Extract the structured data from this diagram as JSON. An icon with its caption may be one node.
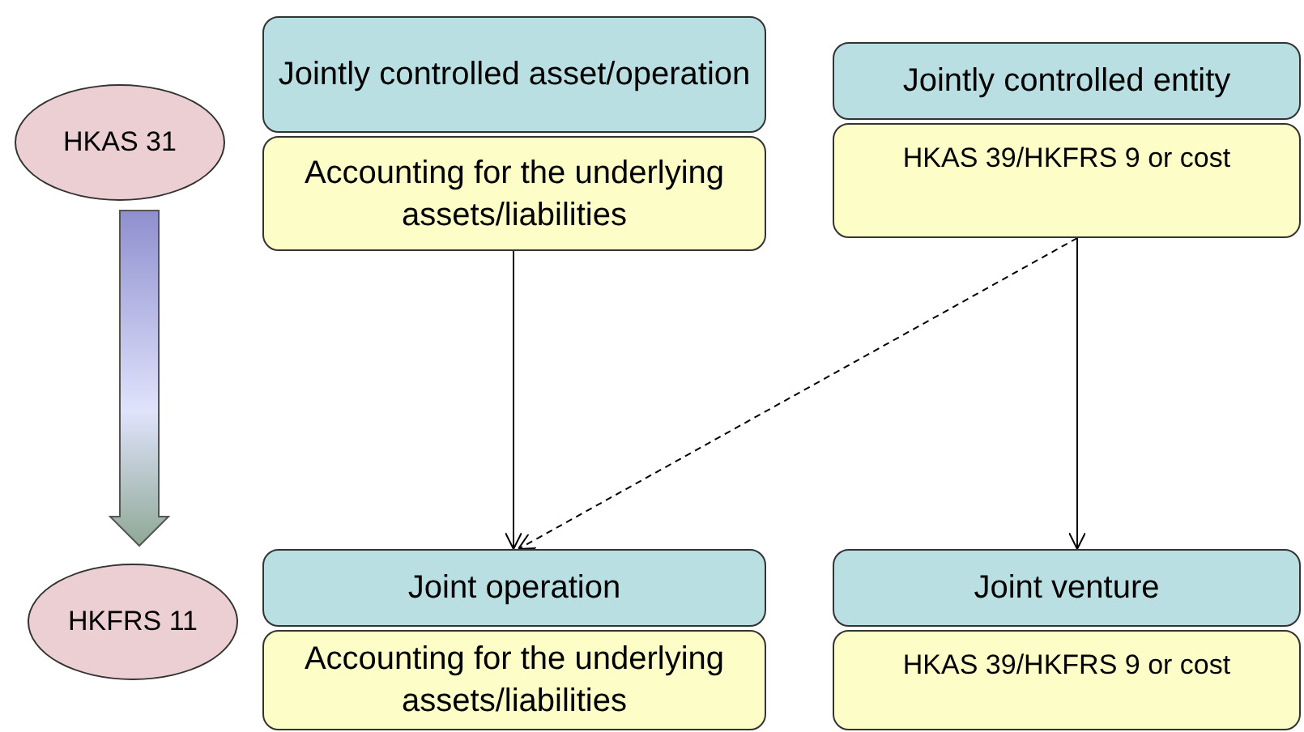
{
  "diagram": {
    "nodes": [
      {
        "text": [
          "HKAS 31"
        ]
      },
      {
        "text": [
          "HKFRS 11"
        ]
      },
      {
        "text": [
          "Jointly controlled asset/operation"
        ]
      },
      {
        "text": [
          "Accounting for the underlying assets/liabilities"
        ]
      },
      {
        "text": [
          "Jointly controlled entity"
        ]
      },
      {
        "text": [
          "HKAS 39/HKFRS 9 or cost"
        ]
      },
      {
        "text": [
          "Joint operation"
        ]
      },
      {
        "text": [
          "Accounting for the underlying assets/liabilities"
        ]
      },
      {
        "text": [
          "Joint venture"
        ]
      },
      {
        "text": [
          "HKAS 39/HKFRS 9 or cost"
        ]
      }
    ],
    "edges": [
      {
        "from": 0,
        "to": 1,
        "arrow": "to",
        "style": "thick"
      },
      {
        "from": 3,
        "to": 6,
        "arrow": "to"
      },
      {
        "from": 5,
        "to": 6,
        "arrow": "to",
        "style": "dashed"
      },
      {
        "from": 5,
        "to": 8,
        "arrow": "to"
      }
    ]
  }
}
